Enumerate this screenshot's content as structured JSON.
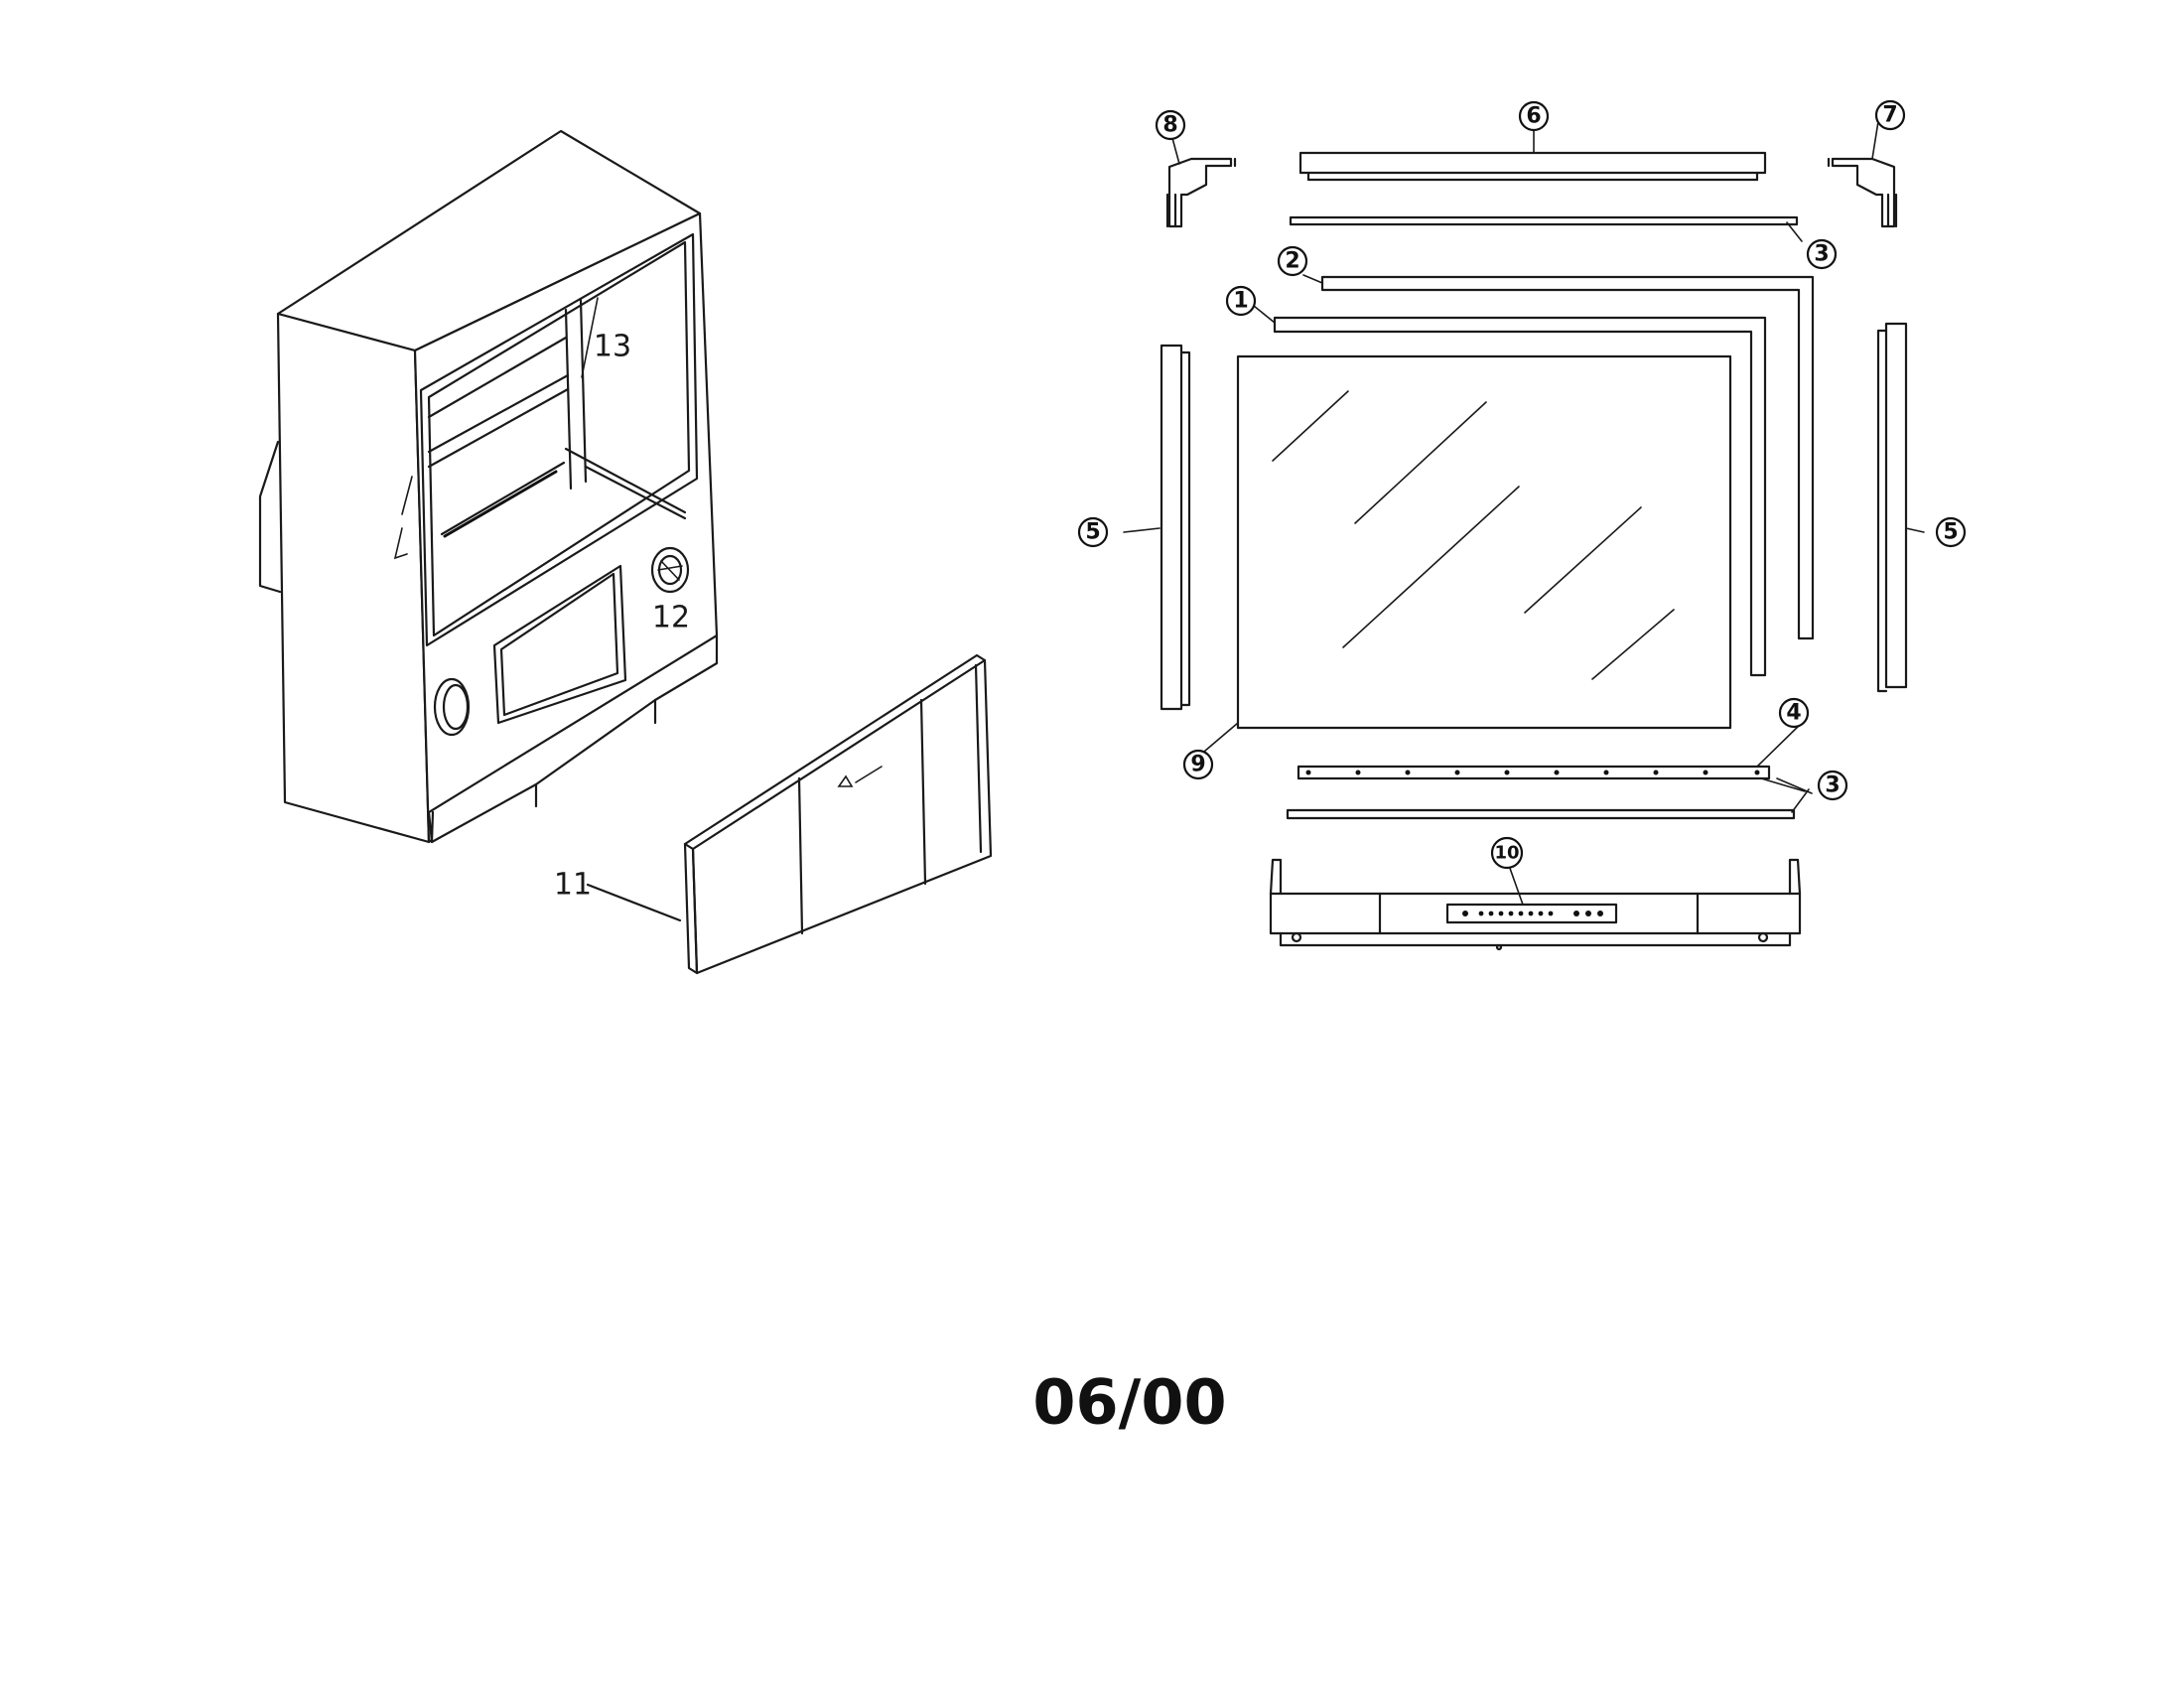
{
  "callouts": [
    {
      "id": "c1",
      "label": "1"
    },
    {
      "id": "c2",
      "label": "2"
    },
    {
      "id": "c3a",
      "label": "3"
    },
    {
      "id": "c3b",
      "label": "3"
    },
    {
      "id": "c4",
      "label": "4"
    },
    {
      "id": "c5a",
      "label": "5"
    },
    {
      "id": "c5b",
      "label": "5"
    },
    {
      "id": "c6",
      "label": "6"
    },
    {
      "id": "c7",
      "label": "7"
    },
    {
      "id": "c8",
      "label": "8"
    },
    {
      "id": "c9",
      "label": "9"
    },
    {
      "id": "c10",
      "label": "10"
    }
  ],
  "handwritten": {
    "label_11": "11",
    "label_12": "12",
    "label_13": "13"
  },
  "footer": {
    "date_code": "06/00"
  }
}
